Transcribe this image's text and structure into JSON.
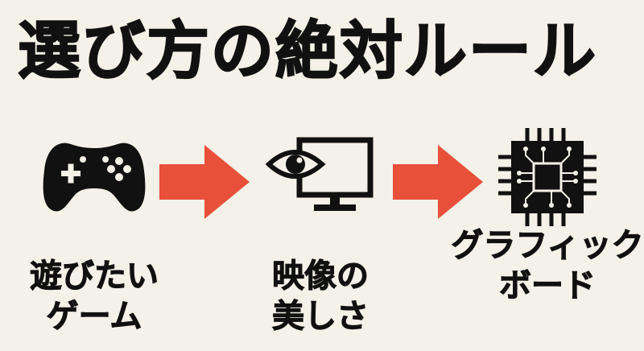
{
  "title": "選び方の絶対ルール",
  "steps": [
    {
      "icon": "game-controller-icon",
      "lines": [
        "遊びたい",
        "ゲーム"
      ]
    },
    {
      "icon": "eye-monitor-icon",
      "lines": [
        "映像の",
        "美しさ"
      ]
    },
    {
      "icon": "chip-icon",
      "lines": [
        "グラフィック",
        "ボード"
      ]
    }
  ],
  "colors": {
    "arrow": "#e8503a",
    "ink": "#111111",
    "background": "#f3f1e8"
  }
}
